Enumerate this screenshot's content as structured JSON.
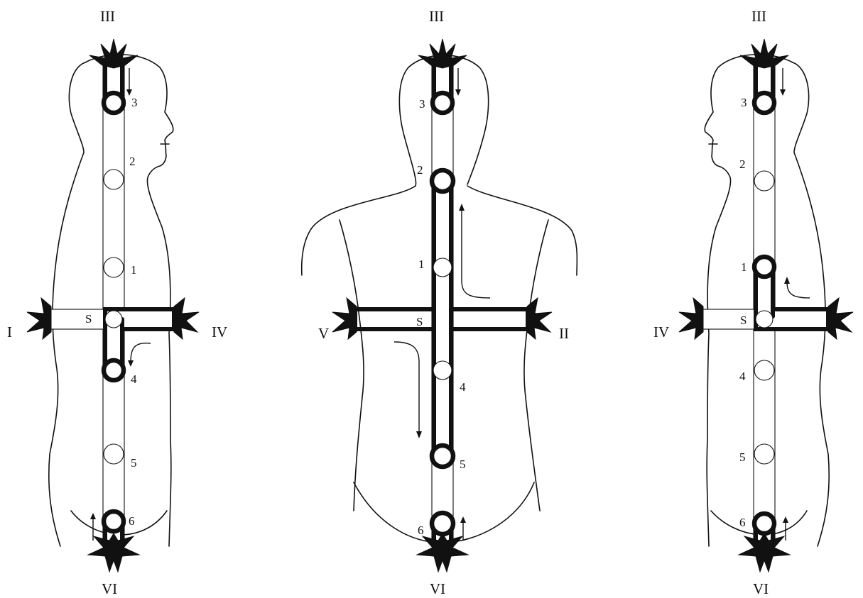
{
  "figures": [
    {
      "id": "left",
      "view": "side-right",
      "top_label": "III",
      "bottom_label": "VI",
      "left_label": "I",
      "right_label": "IV",
      "center_label": "S",
      "nodes": [
        "3",
        "2",
        "1",
        "4",
        "5",
        "6"
      ],
      "bold_nodes": [
        "3",
        "4",
        "6"
      ]
    },
    {
      "id": "middle",
      "view": "back",
      "top_label": "III",
      "bottom_label": "VI",
      "left_label": "V",
      "right_label": "II",
      "center_label": "S",
      "nodes": [
        "3",
        "2",
        "1",
        "4",
        "5",
        "6"
      ],
      "bold_nodes": [
        "3",
        "2",
        "5",
        "6"
      ]
    },
    {
      "id": "right",
      "view": "side-left",
      "top_label": "III",
      "bottom_label": "VI",
      "left_label": "IV",
      "right_label": "",
      "center_label": "S",
      "nodes": [
        "3",
        "2",
        "1",
        "4",
        "5",
        "6"
      ],
      "bold_nodes": [
        "3",
        "1",
        "6"
      ]
    }
  ],
  "colors": {
    "ink": "#111111",
    "paper": "#ffffff"
  }
}
